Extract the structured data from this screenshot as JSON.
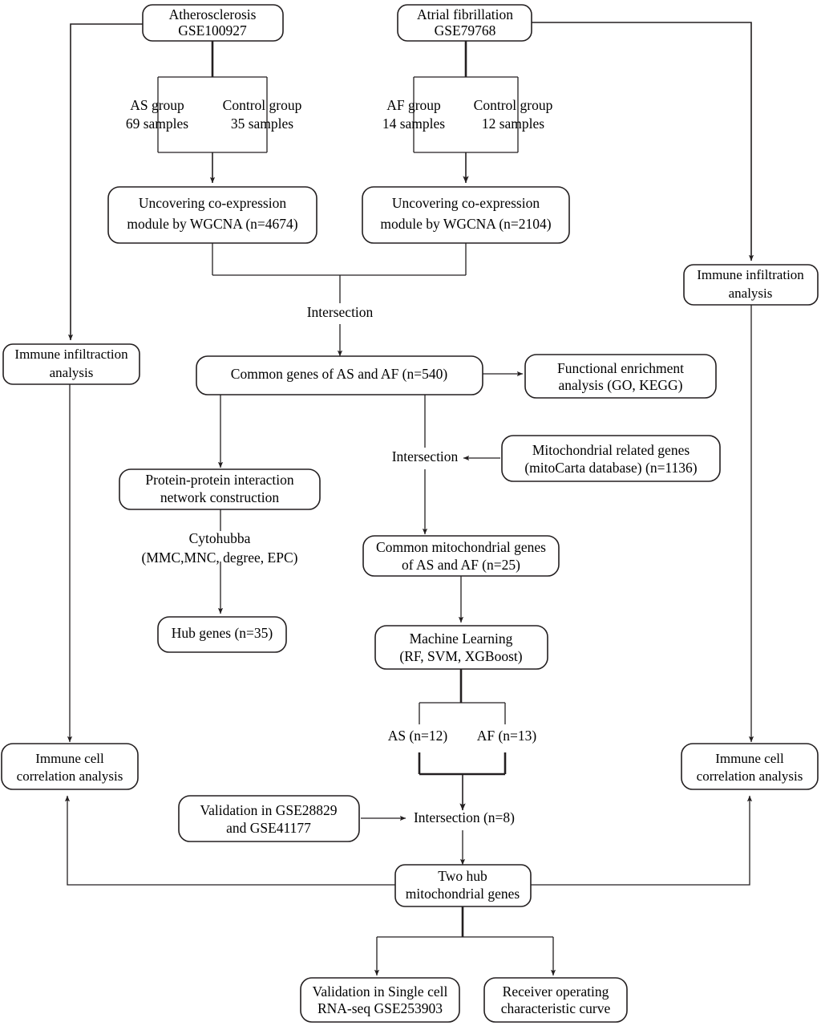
{
  "diagram": {
    "title": "Study workflow flowchart",
    "type": "flowchart",
    "background": "#ffffff",
    "stroke_color": "#231f20"
  },
  "nodes": {
    "atherosclerosis": {
      "line1": "Atherosclerosis",
      "line2": "GSE100927"
    },
    "atrial_fibrillation": {
      "line1": "Atrial fibrillation",
      "line2": "GSE79768"
    },
    "as_group": {
      "line1": "AS group",
      "line2": "69 samples"
    },
    "control_group_left": {
      "line1": "Control group",
      "line2": "35 samples"
    },
    "af_group": {
      "line1": "AF group",
      "line2": "14  samples"
    },
    "control_group_right": {
      "line1": "Control group",
      "line2": "12 samples"
    },
    "wgcna_left": {
      "line1": "Uncovering co-expression",
      "line2": "module by WGCNA (n=4674)"
    },
    "wgcna_right": {
      "line1": "Uncovering co-expression",
      "line2": "module by WGCNA (n=2104)"
    },
    "intersection_top": {
      "label": "Intersection"
    },
    "common_genes": {
      "label": "Common genes of AS and AF (n=540)"
    },
    "functional_enrichment": {
      "line1": "Functional enrichment",
      "line2": "analysis (GO, KEGG)"
    },
    "immune_infiltration_left": {
      "line1": "Immune infiltraction",
      "line2": "analysis"
    },
    "immune_infiltration_right": {
      "line1": "Immune infiltration",
      "line2": "analysis"
    },
    "ppi_network": {
      "line1": "Protein-protein interaction",
      "line2": "network construction"
    },
    "intersection_mito": {
      "label": "Intersection"
    },
    "mito_genes": {
      "line1": "Mitochondrial related genes",
      "line2": "(mitoCarta database) (n=1136)"
    },
    "cytohubba": {
      "line1": "Cytohubba",
      "line2": "(MMC,MNC, degree, EPC)"
    },
    "hub_genes": {
      "label": "Hub genes (n=35)"
    },
    "common_mito_genes": {
      "line1": "Common mitochondrial genes",
      "line2": "of AS and AF (n=25)"
    },
    "machine_learning": {
      "line1": "Machine Learning",
      "line2": "(RF, SVM, XGBoost)"
    },
    "as_n": {
      "label": "AS (n=12)"
    },
    "af_n": {
      "label": "AF (n=13)"
    },
    "validation_gse": {
      "line1": "Validation in GSE28829",
      "line2": "and GSE41177"
    },
    "intersection_n8": {
      "label": "Intersection (n=8)"
    },
    "two_hub_genes": {
      "line1": "Two hub",
      "line2": "mitochondrial genes"
    },
    "immune_cell_corr_left": {
      "line1": "Immune cell",
      "line2": "correlation analysis"
    },
    "immune_cell_corr_right": {
      "line1": "Immune cell",
      "line2": "correlation analysis"
    },
    "validation_singlecell": {
      "line1": "Validation in Single cell",
      "line2": "RNA-seq GSE253903"
    },
    "roc_curve": {
      "line1": "Receiver operating",
      "line2": "characteristic curve"
    }
  }
}
